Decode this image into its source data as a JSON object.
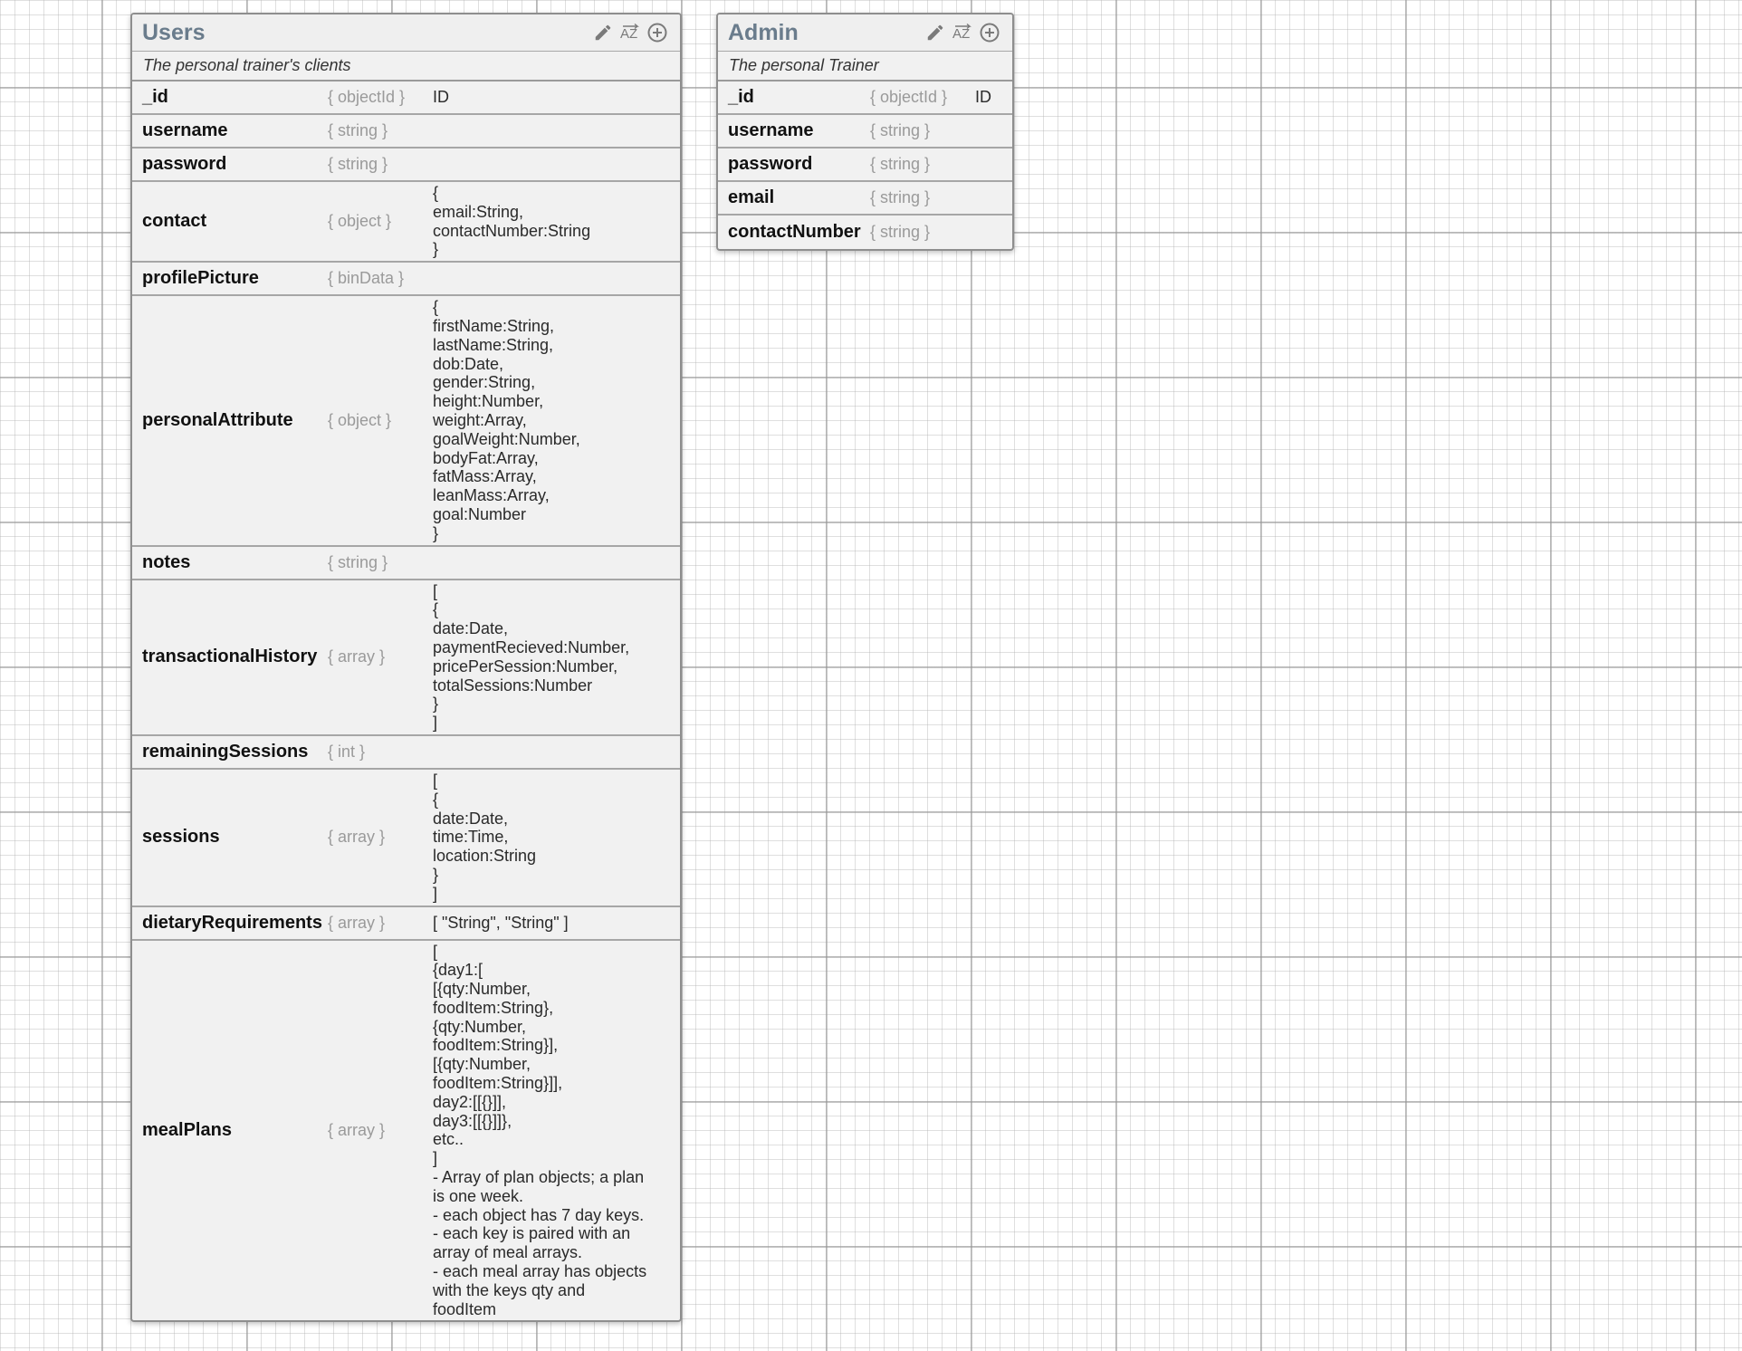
{
  "collections": [
    {
      "name": "Users",
      "description": "The personal trainer's clients",
      "icons": [
        "pencil-icon",
        "sort-az-icon",
        "add-circle-icon"
      ],
      "fields": [
        {
          "name": "_id",
          "type": "{ objectId }",
          "note": "ID"
        },
        {
          "name": "username",
          "type": "{ string }",
          "note": ""
        },
        {
          "name": "password",
          "type": "{ string }",
          "note": ""
        },
        {
          "name": "contact",
          "type": "{ object }",
          "note": "{\nemail:String,\ncontactNumber:String\n}"
        },
        {
          "name": "profilePicture",
          "type": "{ binData }",
          "note": ""
        },
        {
          "name": "personalAttribute",
          "type": "{ object }",
          "note": "{\nfirstName:String,\nlastName:String,\ndob:Date,\ngender:String,\nheight:Number,\nweight:Array,\ngoalWeight:Number,\nbodyFat:Array,\nfatMass:Array,\nleanMass:Array,\ngoal:Number\n}"
        },
        {
          "name": "notes",
          "type": "{ string }",
          "note": ""
        },
        {
          "name": "transactionalHistory",
          "type": "{ array }",
          "note": "[\n{\ndate:Date,\npaymentRecieved:Number,\npricePerSession:Number,\ntotalSessions:Number\n}\n]"
        },
        {
          "name": "remainingSessions",
          "type": "{ int }",
          "note": ""
        },
        {
          "name": "sessions",
          "type": "{ array }",
          "note": "[\n{\ndate:Date,\ntime:Time,\nlocation:String\n}\n]"
        },
        {
          "name": "dietaryRequirements",
          "type": "{ array }",
          "note": "[ \"String\", \"String\" ]"
        },
        {
          "name": "mealPlans",
          "type": "{ array }",
          "note": "[\n{day1:[\n[{qty:Number,\nfoodItem:String},\n{qty:Number,\nfoodItem:String}],\n[{qty:Number,\nfoodItem:String}]],\nday2:[[{}]],\nday3:[[{}]]},\netc..\n]\n- Array of plan objects; a plan\nis one week.\n- each object has 7 day keys.\n- each key is paired with an\narray of meal arrays.\n- each meal array has objects\nwith the keys qty and\nfoodItem"
        }
      ]
    },
    {
      "name": "Admin",
      "description": "The personal Trainer",
      "icons": [
        "pencil-icon",
        "sort-az-icon",
        "add-circle-icon"
      ],
      "fields": [
        {
          "name": "_id",
          "type": "{ objectId }",
          "note": "ID"
        },
        {
          "name": "username",
          "type": "{ string }",
          "note": ""
        },
        {
          "name": "password",
          "type": "{ string }",
          "note": ""
        },
        {
          "name": "email",
          "type": "{ string }",
          "note": ""
        },
        {
          "name": "contactNumber",
          "type": "{ string }",
          "note": ""
        }
      ]
    }
  ],
  "colors": {
    "title": "#6a7c8c",
    "icon": "#7a7a7a",
    "card_bg": "#f1f1f1",
    "border": "#8e8e8e",
    "type_text": "#9a9a9a"
  }
}
